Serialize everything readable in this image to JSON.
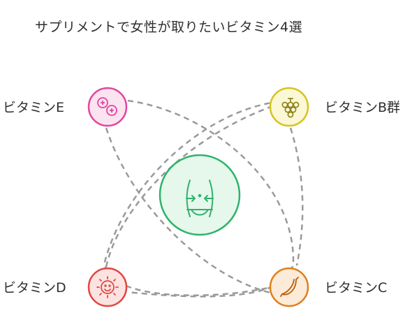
{
  "title": "サプリメントで女性が取りたいビタミン4選",
  "center": {
    "icon": "waist-slim-icon",
    "color": "#2fb36b",
    "fill": "#e6f7ec"
  },
  "nodes": {
    "vitamin_e": {
      "label": "ビタミンE",
      "icon": "cells-icon",
      "color": "#e0479e",
      "fill": "#fbe3f0"
    },
    "vitamin_b": {
      "label": "ビタミンB群",
      "icon": "raspberry-icon",
      "color": "#d7c21f",
      "fill": "#fbf8d6"
    },
    "vitamin_d": {
      "label": "ビタミンD",
      "icon": "sun-icon",
      "color": "#e2473f",
      "fill": "#fce3e2"
    },
    "vitamin_c": {
      "label": "ビタミンC",
      "icon": "banana-icon",
      "color": "#e07f1f",
      "fill": "#fcebd8"
    }
  },
  "connector_color": "#9a9a9a"
}
